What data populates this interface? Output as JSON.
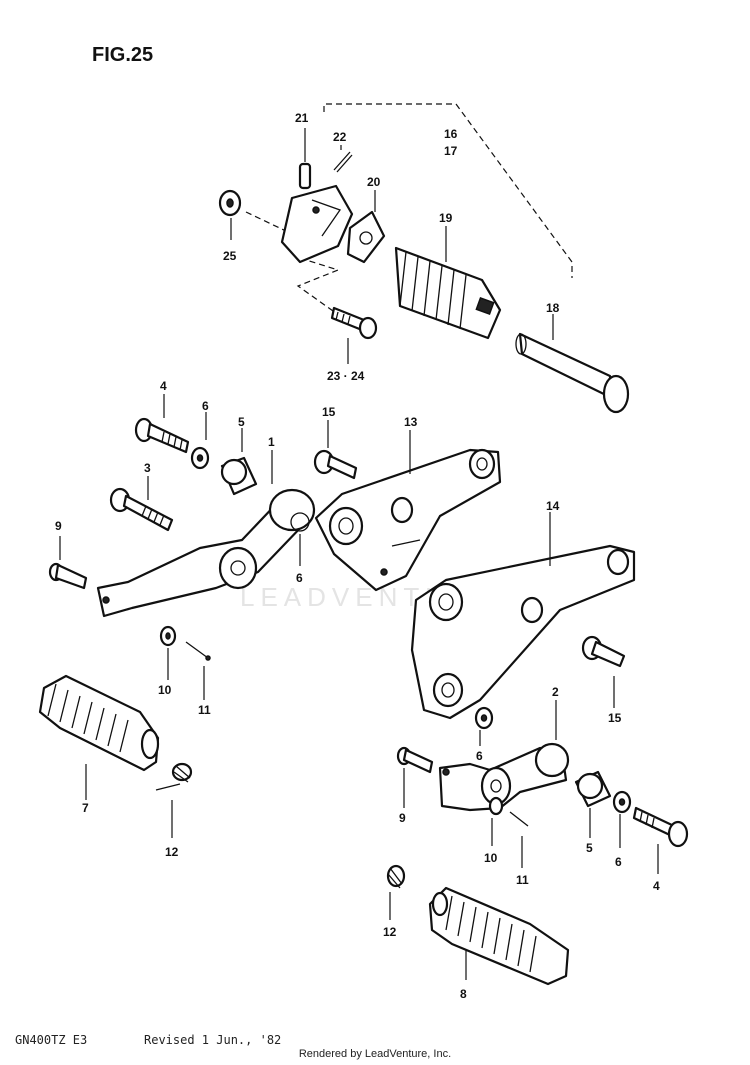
{
  "figure": {
    "title": "FIG.25",
    "model_code": "GN400TZ E3",
    "revision": "Revised 1 Jun., '82",
    "credit": "Rendered by LeadVenture, Inc.",
    "watermark": "LEADVENTURE"
  },
  "callouts": {
    "c1": "1",
    "c2": "2",
    "c3": "3",
    "c4a": "4",
    "c4b": "4",
    "c5a": "5",
    "c5b": "5",
    "c6a": "6",
    "c6b": "6",
    "c6c": "6",
    "c6d": "6",
    "c7": "7",
    "c8": "8",
    "c9a": "9",
    "c9b": "9",
    "c10a": "10",
    "c10b": "10",
    "c11a": "11",
    "c11b": "11",
    "c12a": "12",
    "c12b": "12",
    "c13": "13",
    "c14": "14",
    "c15a": "15",
    "c15b": "15",
    "c16": "16",
    "c17": "17",
    "c18": "18",
    "c19": "19",
    "c20": "20",
    "c21": "21",
    "c22": "22",
    "c2324": "23 · 24",
    "c25": "25"
  }
}
